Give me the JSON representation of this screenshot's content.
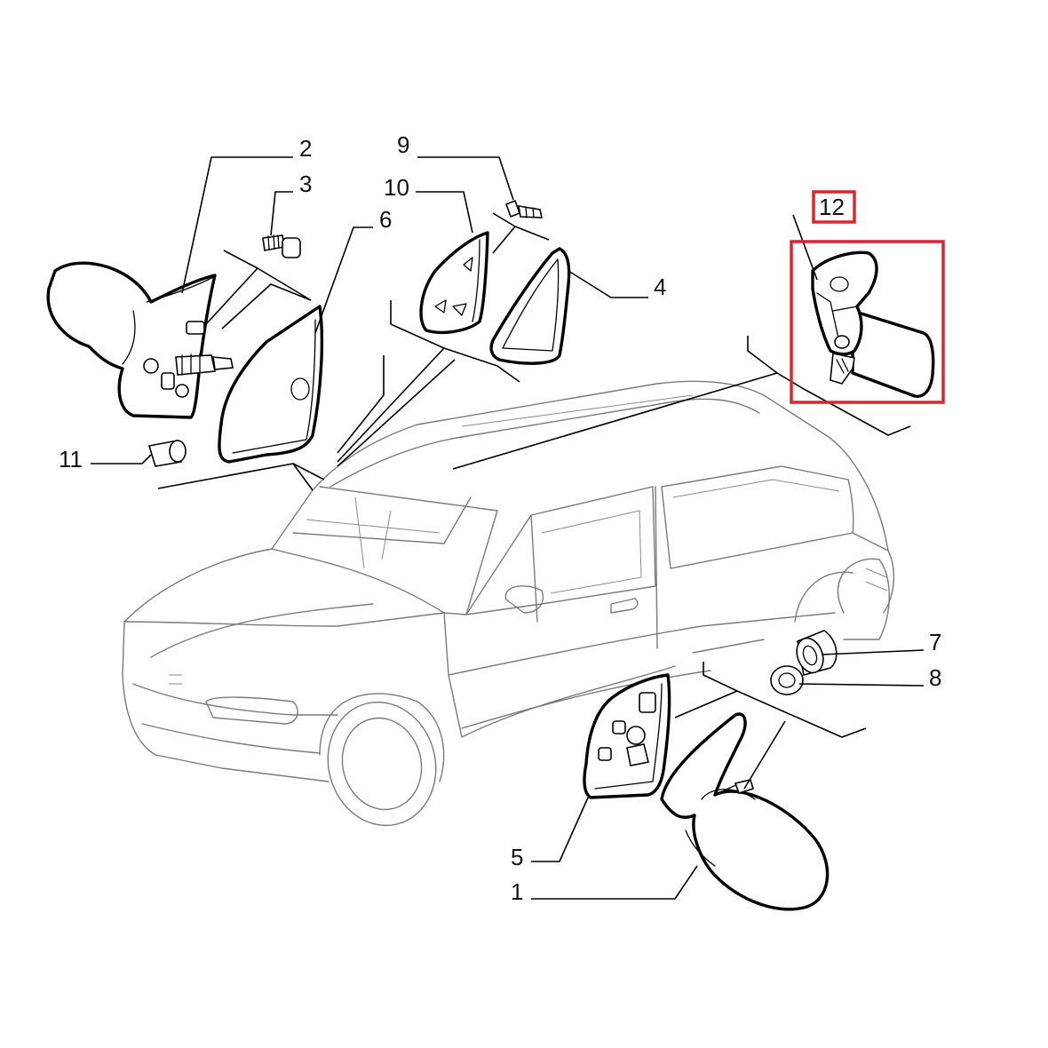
{
  "callouts": {
    "c1": "1",
    "c2": "2",
    "c3": "3",
    "c4": "4",
    "c5": "5",
    "c6": "6",
    "c7": "7",
    "c8": "8",
    "c9": "9",
    "c10": "10",
    "c11": "11",
    "c12": "12"
  },
  "highlight": {
    "part": "12",
    "color": "#d9262f"
  }
}
